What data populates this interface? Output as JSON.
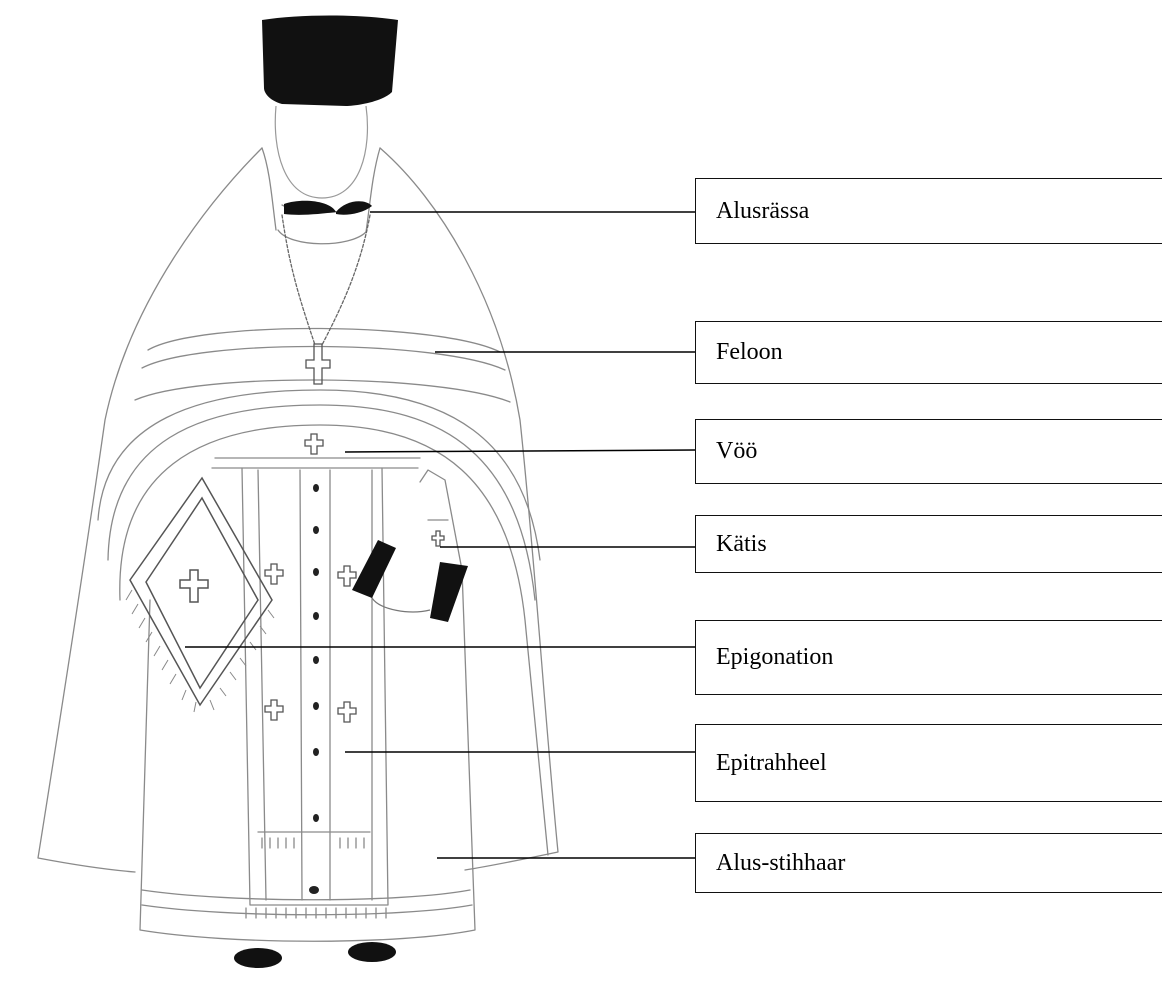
{
  "labels": [
    {
      "id": "alusrassa",
      "text": "Alusrässa"
    },
    {
      "id": "feloon",
      "text": "Feloon"
    },
    {
      "id": "voo",
      "text": "Vöö"
    },
    {
      "id": "katis",
      "text": "Kätis"
    },
    {
      "id": "epigonation",
      "text": "Epigonation"
    },
    {
      "id": "epitrahheel",
      "text": "Epitrahheel"
    },
    {
      "id": "alus-stihhaar",
      "text": "Alus-stihhaar"
    }
  ]
}
